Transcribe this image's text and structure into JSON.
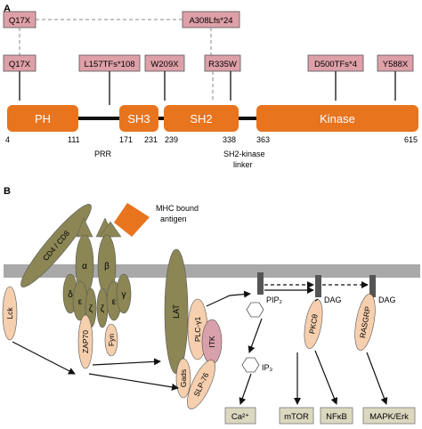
{
  "panel_a": {
    "label": "A",
    "top_mutations": [
      "Q17X",
      "A308Lfs*24"
    ],
    "mutations": [
      "Q17X",
      "L157TFs*108",
      "W209X",
      "R335W",
      "D500TFs*4",
      "Y588X"
    ],
    "domains": [
      "PH",
      "SH3",
      "SH2",
      "Kinase"
    ],
    "positions": [
      "4",
      "111",
      "171",
      "231",
      "239",
      "338",
      "363",
      "615"
    ],
    "prr_label": "PRR",
    "linker_label_1": "SH2-kinase",
    "linker_label_2": "linker"
  },
  "panel_b": {
    "label": "B",
    "antigen_label_1": "MHC bound",
    "antigen_label_2": "antigen",
    "coreceptor": "CD4 / CD8",
    "cd3_chains": [
      "α",
      "β",
      "δ",
      "ε",
      "ζ",
      "ζ",
      "ε",
      "γ"
    ],
    "lck": "Lck",
    "zap70": "ZAP70",
    "fyn": "Fyn",
    "lat": "LAT",
    "plc": "PLC-γ1",
    "itk": "ITK",
    "gads": "Gads",
    "slp76": "SLP-76",
    "pip2": "PIP₂",
    "dag1": "DAG",
    "dag2": "DAG",
    "ip3": "IP₃",
    "pkc": "PKCθ",
    "rasgrp": "RASGRP",
    "outputs": [
      "Ca²⁺",
      "mTOR",
      "NFκB",
      "MAPK/Erk"
    ]
  },
  "colors": {
    "mutation_box": "#dea0a8",
    "domain": "#e8741e",
    "olive": "#8b8654",
    "peach": "#f6cfae",
    "pink": "#d8a0aa",
    "membrane": "#a9a9a9",
    "output_box": "#dcd8c0"
  }
}
